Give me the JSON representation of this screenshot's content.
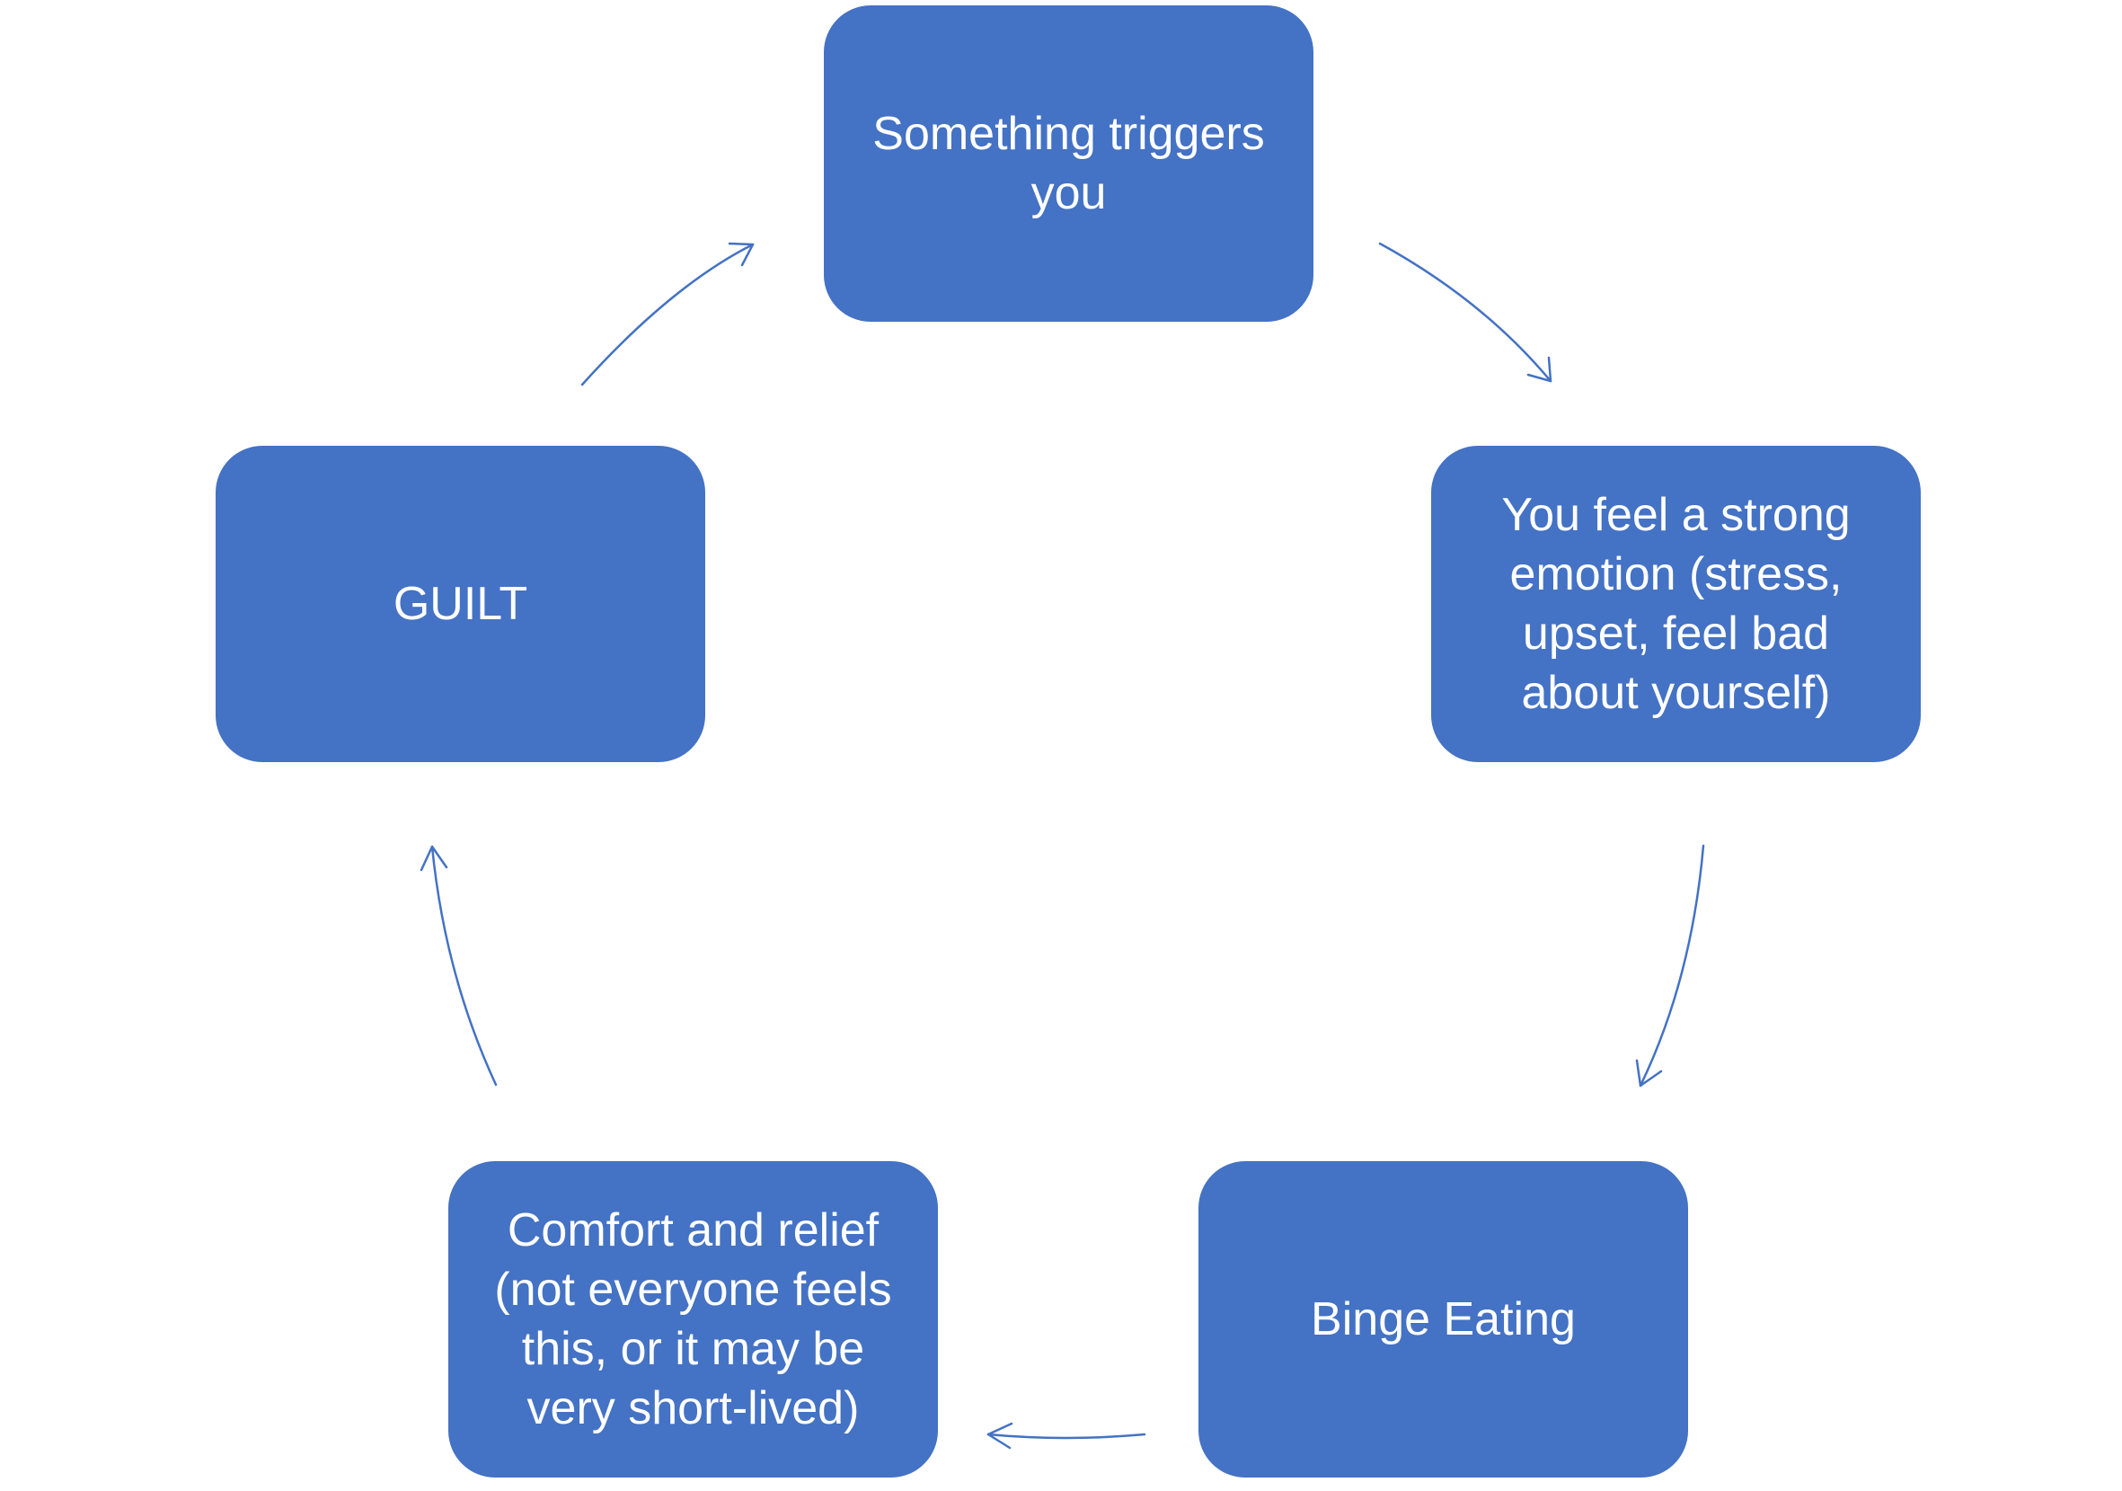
{
  "diagram": {
    "nodes": [
      {
        "id": "trigger",
        "label": "Something triggers\nyou"
      },
      {
        "id": "emotion",
        "label": "You feel a strong\nemotion (stress,\nupset, feel bad\nabout yourself)"
      },
      {
        "id": "binge",
        "label": "Binge Eating"
      },
      {
        "id": "comfort",
        "label": "Comfort and relief\n(not everyone feels\nthis, or it may be\nvery short-lived)"
      },
      {
        "id": "guilt",
        "label": "GUILT"
      }
    ],
    "edges": [
      {
        "from": "trigger",
        "to": "emotion"
      },
      {
        "from": "emotion",
        "to": "binge"
      },
      {
        "from": "binge",
        "to": "comfort"
      },
      {
        "from": "comfort",
        "to": "guilt"
      },
      {
        "from": "guilt",
        "to": "trigger"
      }
    ],
    "colors": {
      "node_fill": "#4472c4",
      "node_text": "#ffffff",
      "arrow": "#4472c4",
      "background": "#ffffff"
    }
  }
}
